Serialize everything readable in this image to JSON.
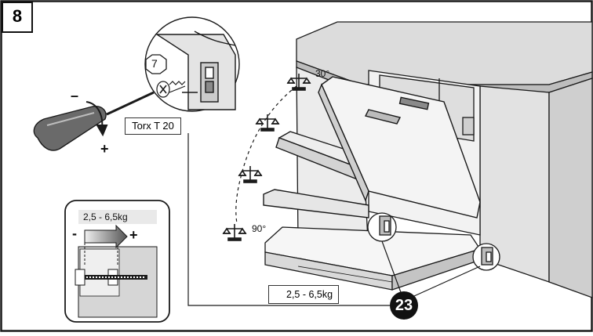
{
  "step_number": "8",
  "screw_ref": "7",
  "tool_label": "Torx T 20",
  "minus_sign": "–",
  "plus_sign": "+",
  "angle_top": "30°",
  "angle_bottom": "90°",
  "spring_inset": {
    "weight_range": "2,5 - 6,5kg",
    "minus": "-",
    "plus": "+"
  },
  "door_weight_label": "2,5 - 6,5kg",
  "hinge_ref": "23",
  "colors": {
    "line": "#1a1a1a",
    "gray_light": "#e8e8e8",
    "gray_mid": "#c8c8c8",
    "gray_dark": "#8a8a8a"
  }
}
